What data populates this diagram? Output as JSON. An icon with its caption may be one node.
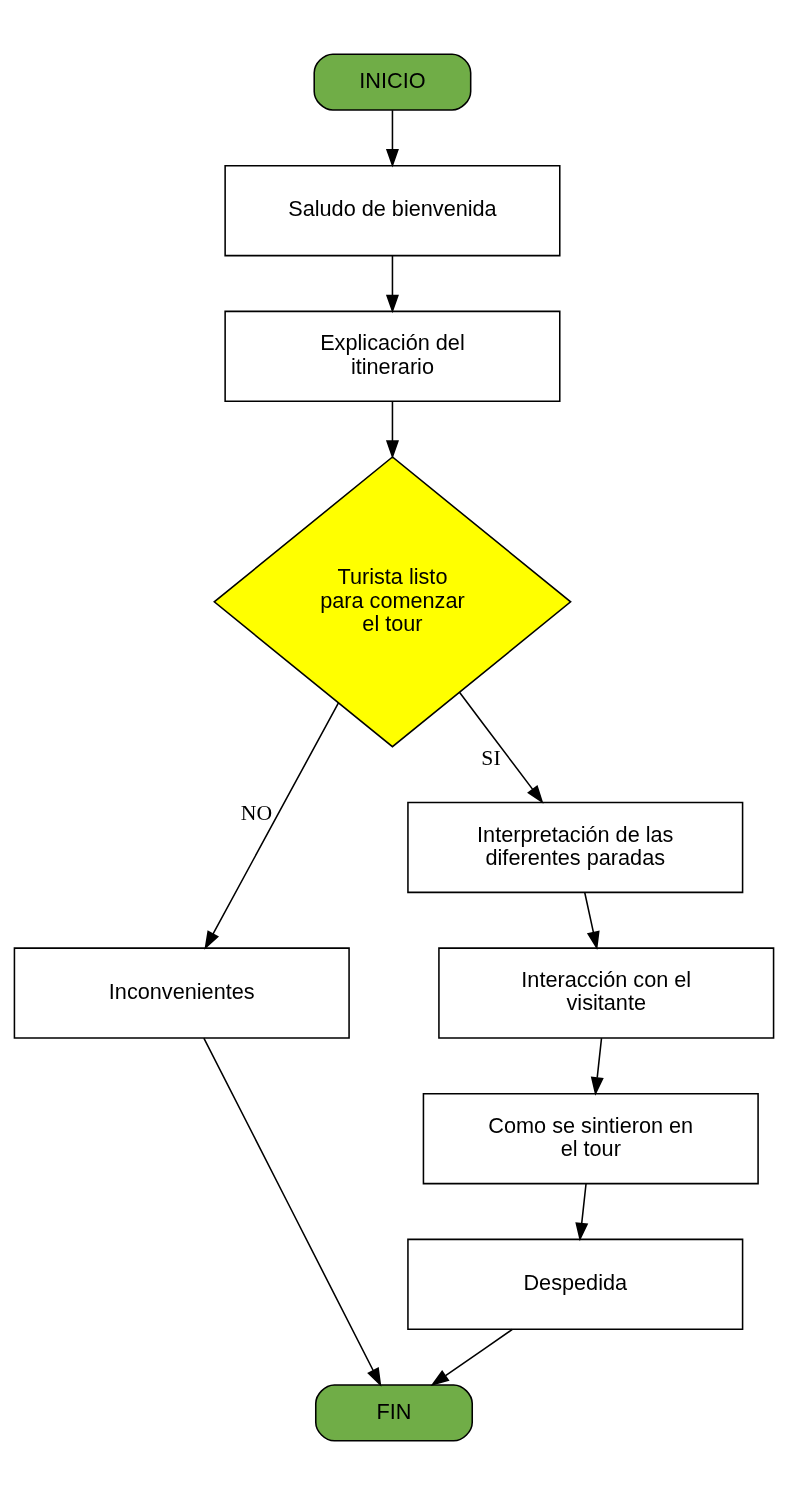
{
  "diagram": {
    "nodes": [
      {
        "text": [
          "INICIO"
        ]
      },
      {
        "text": [
          "Saludo de bienvenida"
        ]
      },
      {
        "text": [
          "Explicación del itinerario"
        ]
      },
      {
        "text": [
          "Turista listo para comenzar el tour"
        ]
      },
      {
        "text": [
          "Inconvenientes"
        ]
      },
      {
        "text": [
          "Interpretación de las diferentes paradas"
        ]
      },
      {
        "text": [
          "Interacción con el visitante"
        ]
      },
      {
        "text": [
          "Como se sintieron en el tour"
        ]
      },
      {
        "text": [
          "Despedida"
        ]
      },
      {
        "text": [
          "FIN"
        ]
      }
    ],
    "edges": [
      {
        "from": 0,
        "to": 1,
        "arrow": "to"
      },
      {
        "from": 1,
        "to": 2,
        "arrow": "to"
      },
      {
        "from": 2,
        "to": 3,
        "arrow": "to"
      },
      {
        "from": 3,
        "to": 4,
        "arrow": "to",
        "label": "NO"
      },
      {
        "from": 3,
        "to": 5,
        "arrow": "to",
        "label": "SI"
      },
      {
        "from": 5,
        "to": 6,
        "arrow": "to"
      },
      {
        "from": 6,
        "to": 7,
        "arrow": "to"
      },
      {
        "from": 7,
        "to": 8,
        "arrow": "to"
      },
      {
        "from": 8,
        "to": 9,
        "arrow": "to"
      },
      {
        "from": 4,
        "to": 9,
        "arrow": "to"
      }
    ]
  }
}
